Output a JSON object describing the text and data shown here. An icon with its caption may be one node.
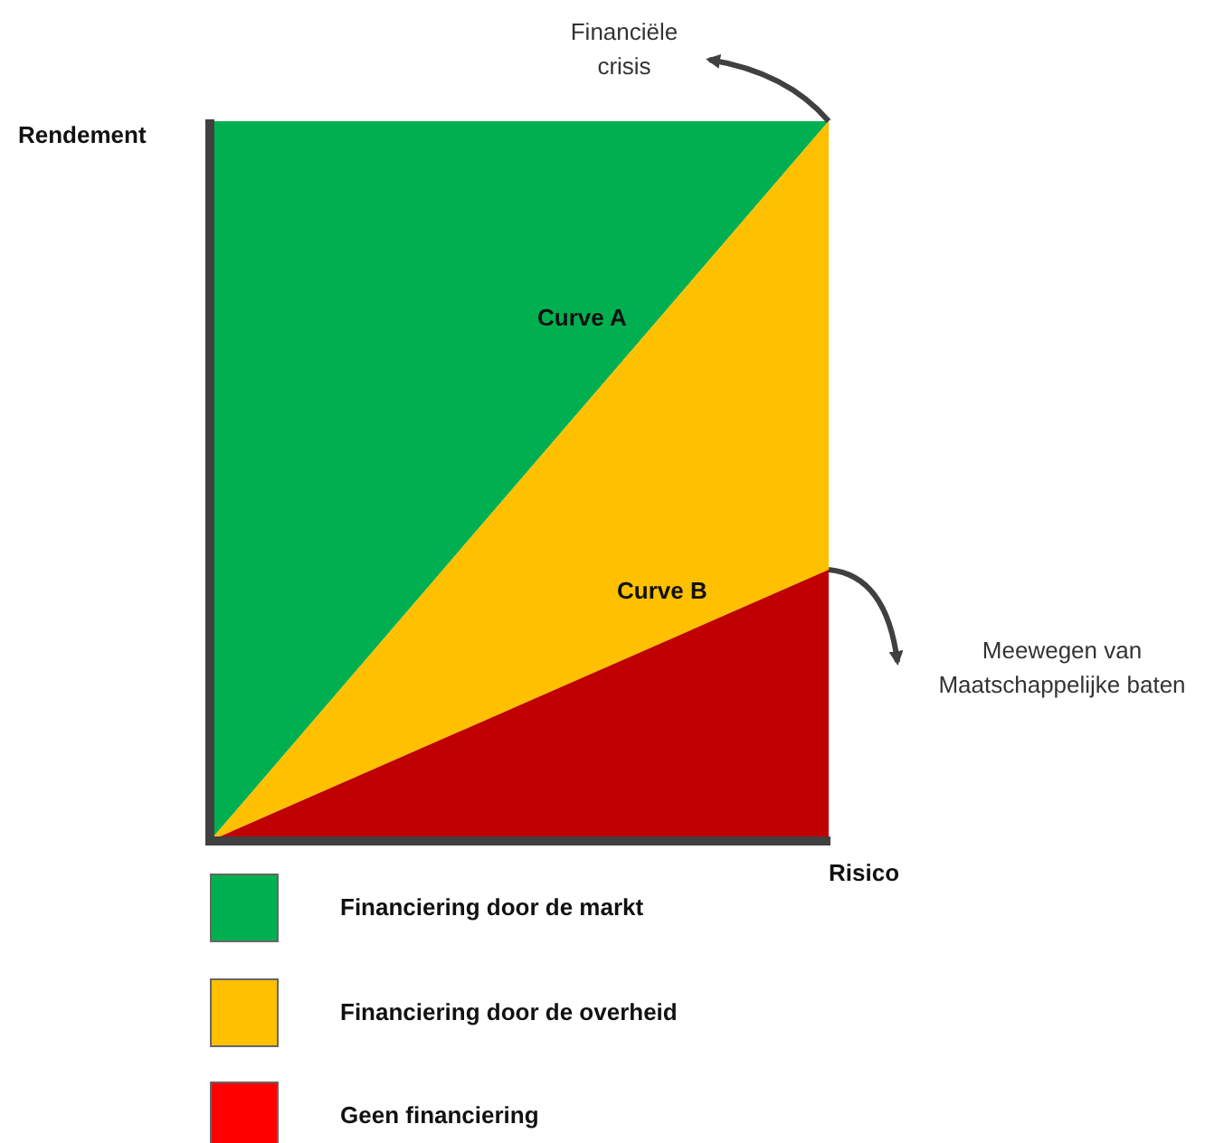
{
  "diagram": {
    "nodes": [
      {
        "text": [
          "Financiële crisis"
        ]
      },
      {
        "text": [
          "Meewegen van Maatschappelijke baten"
        ]
      }
    ],
    "edges": [
      {
        "from": null,
        "to": 0,
        "arrow": "to"
      },
      {
        "from": null,
        "to": 1,
        "arrow": "to"
      }
    ],
    "labels": [
      "Rendement",
      "Curve A",
      "Curve B",
      "Risico"
    ],
    "legend": [
      {
        "text": "Financiering door de markt",
        "color": "#00b050"
      },
      {
        "text": "Financiering door de overheid",
        "color": "#ffc000"
      },
      {
        "text": "Geen financiering",
        "color": "#ff0000"
      }
    ]
  }
}
